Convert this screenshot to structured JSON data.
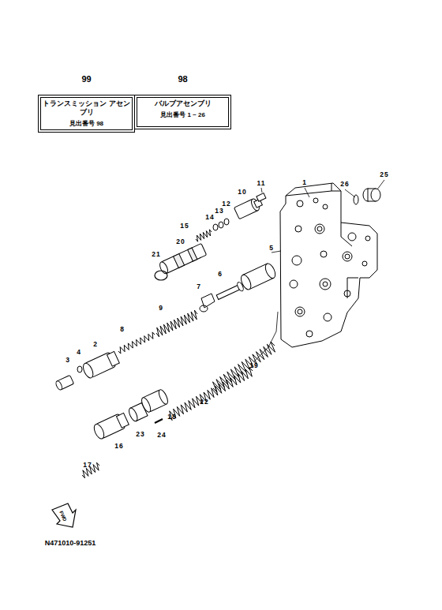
{
  "diagram": {
    "nodes": [
      {
        "text": [
          "99",
          "トランスミッション アセンブリ",
          "見出番号 98"
        ]
      },
      {
        "text": [
          "98",
          "バルブアセンブリ",
          "見出番号 1 ~ 26"
        ]
      }
    ],
    "labels": [
      "1",
      "2",
      "3",
      "4",
      "5",
      "6",
      "7",
      "8",
      "9",
      "10",
      "11",
      "12",
      "13",
      "14",
      "15",
      "16",
      "17",
      "18",
      "19",
      "20",
      "21",
      "22",
      "23",
      "24",
      "25",
      "26",
      "N471010-91251",
      "FWD"
    ]
  }
}
